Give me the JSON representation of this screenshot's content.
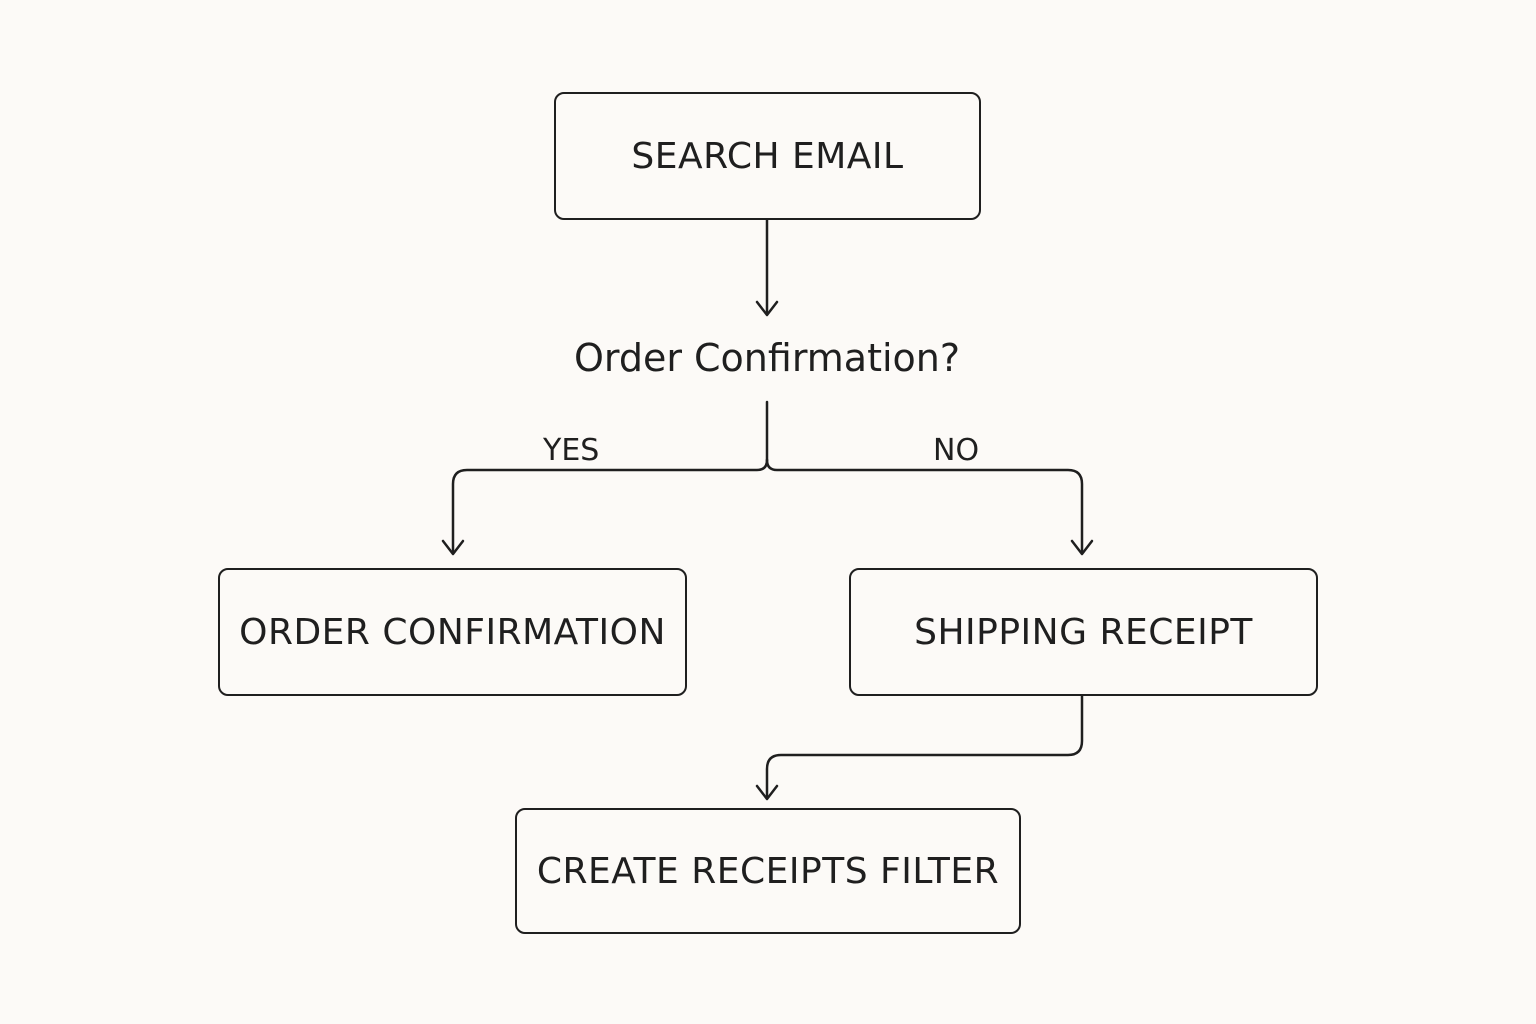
{
  "diagram": {
    "nodes": {
      "search_email": "SEARCH EMAIL",
      "order_confirmation": "ORDER CONFIRMATION",
      "shipping_receipt": "SHIPPING RECEIPT",
      "create_filter": "CREATE RECEIPTS FILTER"
    },
    "decision": "Order Confirmation?",
    "branches": {
      "yes": "YES",
      "no": "NO"
    },
    "edges": [
      {
        "from": "search_email",
        "to": "decision"
      },
      {
        "from": "decision",
        "to": "order_confirmation",
        "label": "YES"
      },
      {
        "from": "decision",
        "to": "shipping_receipt",
        "label": "NO"
      },
      {
        "from": "shipping_receipt",
        "to": "create_filter"
      }
    ],
    "colors": {
      "background": "#fcfaf7",
      "stroke": "#1f1f1f",
      "text": "#1f1f1f"
    }
  }
}
